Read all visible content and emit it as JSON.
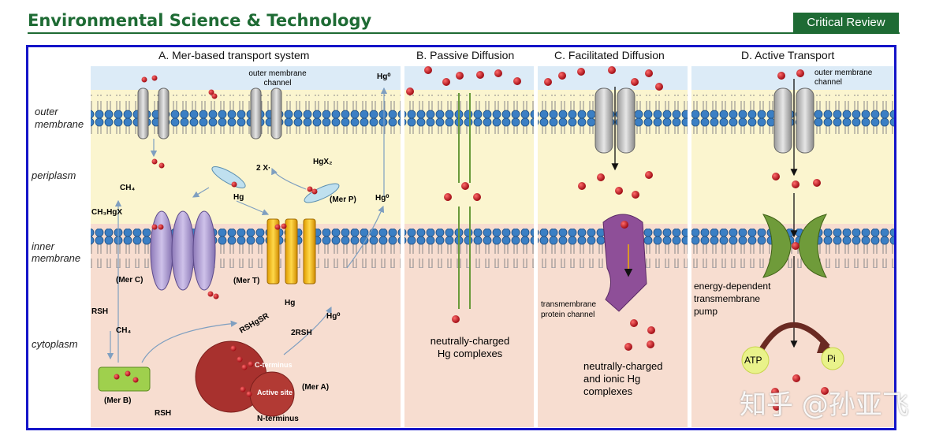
{
  "header": {
    "journal": "Environmental Science & Technology",
    "badge": "Critical Review"
  },
  "panels": {
    "a": "A. Mer-based transport system",
    "b": "B. Passive Diffusion",
    "c": "C. Facilitated Diffusion",
    "d": "D. Active Transport"
  },
  "layers": {
    "outer": "outer",
    "outer2": "membrane",
    "periplasm": "periplasm",
    "inner": "inner",
    "inner2": "membrane",
    "cytoplasm": "cytoplasm"
  },
  "labels": {
    "a_outer_channel_1": "outer membrane",
    "a_outer_channel_2": "channel",
    "hg0_top": "Hg⁰",
    "hg0_mid": "Hg⁰",
    "hg0_low": "Hg⁰",
    "hgx2": "HgX₂",
    "two_x": "2 X·",
    "hg_peri": "Hg",
    "merP": "(Mer P)",
    "ch4_top": "CH₄",
    "ch3hgx": "CH₃HgX",
    "merC": "(Mer C)",
    "merT": "(Mer T)",
    "hg_cyto": "Hg",
    "rsh_left": "RSH",
    "ch4_low": "CH₄",
    "rshgsr": "RSHgSR",
    "two_rsh": "2RSH",
    "c_terminus": "C-terminus",
    "active_site": "Active site",
    "merA": "(Mer A)",
    "n_terminus": "N-terminus",
    "merB": "(Mer B)",
    "rsh_bottom": "RSH",
    "b_complex_1": "neutrally-charged",
    "b_complex_2": "Hg complexes",
    "c_protein_1": "transmembrane",
    "c_protein_2": "protein channel",
    "c_complex_1": "neutrally-charged",
    "c_complex_2": "and ionic Hg",
    "c_complex_3": "complexes",
    "d_channel_1": "outer membrane",
    "d_channel_2": "channel",
    "d_pump_1": "energy-dependent",
    "d_pump_2": "transmembrane",
    "d_pump_3": "pump",
    "atp": "ATP",
    "pi": "Pi"
  },
  "watermark": "知乎 @孙亚飞",
  "colors": {
    "brand": "#1e6b34",
    "frame": "#1414c8",
    "outer_space": "#dcebf7",
    "periplasm": "#fbf5cf",
    "cytoplasm": "#f7ddd0",
    "mercury": "#c8141e"
  }
}
